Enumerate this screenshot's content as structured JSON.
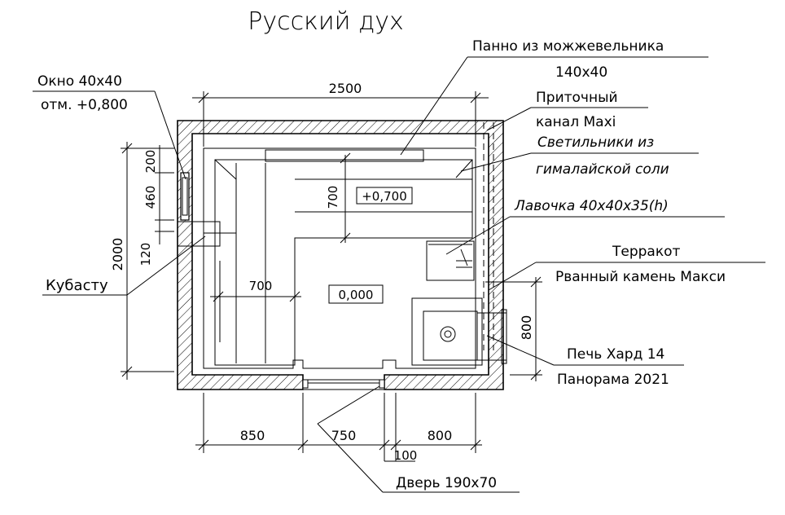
{
  "title": "Русский дух",
  "dimensions": {
    "width_total": "2500",
    "height_total": "2000",
    "dim_200": "200",
    "dim_460": "460",
    "dim_120": "120",
    "bench_700_vertical": "700",
    "bench_700_horizontal": "700",
    "bottom_850": "850",
    "bottom_750": "750",
    "bottom_800": "800",
    "bottom_100": "100",
    "stove_800": "800"
  },
  "levels": {
    "upper_bench": "+0,700",
    "floor": "0,000"
  },
  "callouts": {
    "window_line1": "Окно 40х40",
    "window_line2": "отм. +0,800",
    "panel_line1": "Панно из можжевельника",
    "panel_line2": "140х40",
    "vent_line1": "Приточный",
    "vent_line2": "канал Maxi",
    "lights_line1": "Светильники из",
    "lights_line2": "гималайской соли",
    "bench_label": "Лавочка 40х40х35(h)",
    "terracot_line1": "Терракот",
    "terracot_line2": "Рванный камень Макси",
    "kubastu": "Кубасту",
    "stove_line1": "Печь Хард 14",
    "stove_line2": "Панорама 2021",
    "door": "Дверь 190х70"
  }
}
